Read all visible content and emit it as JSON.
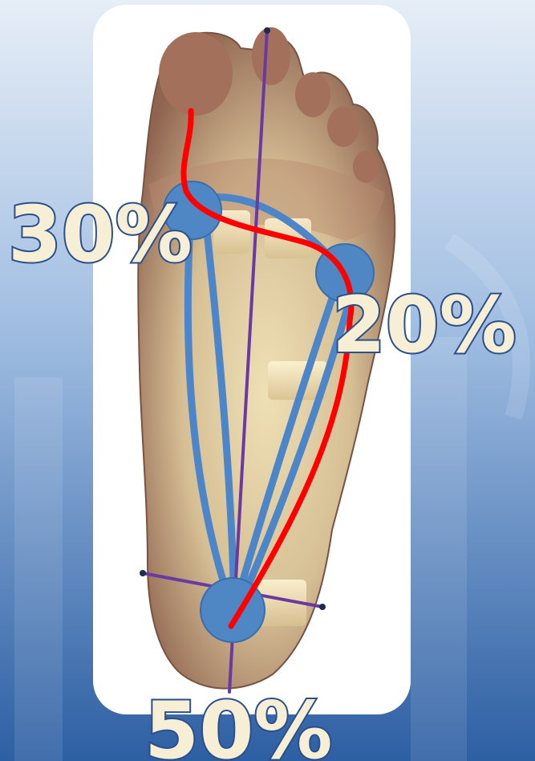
{
  "labels": {
    "forefoot_medial": "30%",
    "forefoot_lateral": "20%",
    "heel": "50%"
  },
  "colors": {
    "background_top": "#e6eef7",
    "background_bottom": "#2d5fa3",
    "card": "#ffffff",
    "foot_skin": "#a47a63",
    "foot_highlight": "#ecdcae",
    "support_line": "#4c86c8",
    "load_point": "#4f86c4",
    "center_of_pressure": "#ff0000",
    "axis": "#6a3aa2",
    "label_fill": "#f6efd6",
    "label_outline": "#2b4f8a"
  }
}
